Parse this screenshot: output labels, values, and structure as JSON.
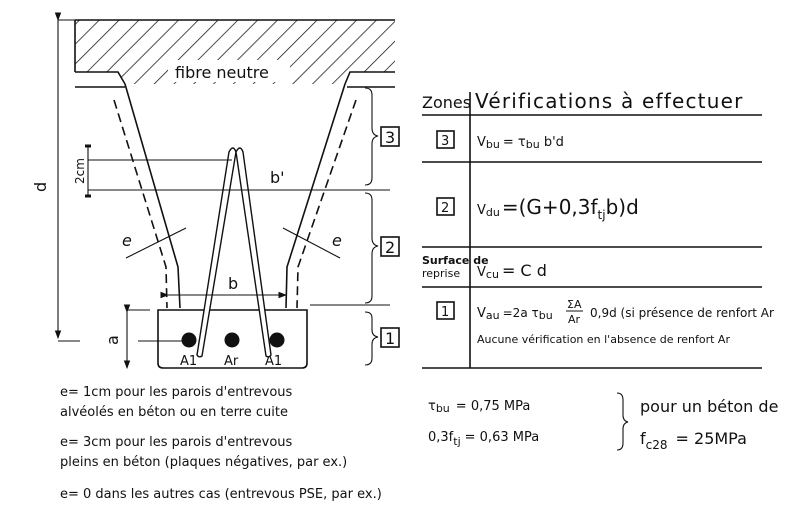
{
  "diagram": {
    "labels": {
      "neutral_fibre": "fibre neutre",
      "d": "d",
      "two_cm": "2cm",
      "b_prime": "b'",
      "b": "b",
      "e_left": "e",
      "e_right": "e",
      "a": "a",
      "bar_left": "A1",
      "bar_mid": "Ar",
      "bar_right": "A1"
    },
    "zones": [
      "3",
      "2",
      "1"
    ]
  },
  "table": {
    "header_zones": "Zones",
    "header_checks": "Vérifications à effectuer",
    "rows": [
      {
        "zone": "3",
        "lhs": "V",
        "lhs_sub": "bu",
        "formula": "= τ",
        "formula_sub": "bu",
        "formula_rest": " b'd"
      },
      {
        "zone": "2",
        "lhs": "V",
        "lhs_sub": "du",
        "formula": "=(G+0,3f",
        "formula_sub": "tj",
        "formula_rest": "b)d"
      },
      {
        "zone_line1": "Surface de",
        "zone_line2": "reprise",
        "lhs": "V",
        "lhs_sub": "cu",
        "formula": "= C d"
      },
      {
        "zone": "1",
        "lhs": "V",
        "lhs_sub": "au",
        "formula": "=2a τ",
        "formula_sub": "bu",
        "frac_num": "ΣA",
        "frac_den": "Ar",
        "formula_rest": "0,9d (si présence de renfort Ar",
        "note": "Aucune vérification en l'absence de renfort Ar"
      }
    ]
  },
  "values": {
    "tau_label": "τ",
    "tau_sub": "bu",
    "tau_value": "= 0,75 MPa",
    "ftj_label": "0,3f",
    "ftj_sub": "tj",
    "ftj_value": "= 0,63 MPa",
    "concrete_line1": "pour un béton de",
    "fc_label": "f",
    "fc_sub": "c28",
    "fc_value": "= 25MPa"
  },
  "notes": [
    {
      "line1": "e= 1cm pour les parois d'entrevous",
      "line2": "alvéolés en béton ou en terre cuite"
    },
    {
      "line1": "e= 3cm pour les parois d'entrevous",
      "line2": "pleins en béton (plaques négatives, par ex.)"
    },
    {
      "line1": "e= 0 dans les autres cas (entrevous PSE, par ex.)"
    }
  ]
}
